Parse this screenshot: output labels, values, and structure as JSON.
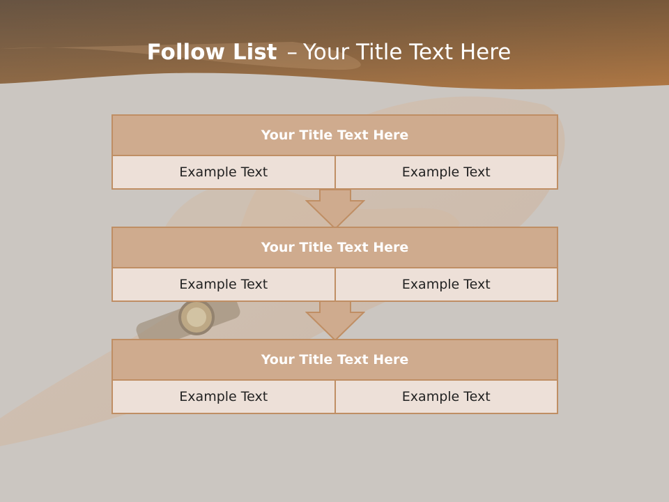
{
  "title": {
    "bold": "Follow List",
    "separator": "–",
    "rest": "Your Title Text Here"
  },
  "blocks": [
    {
      "title": "Your Title Text Here",
      "cells": [
        "Example Text",
        "Example Text"
      ]
    },
    {
      "title": "Your Title Text Here",
      "cells": [
        "Example Text",
        "Example Text"
      ]
    },
    {
      "title": "Your Title Text Here",
      "cells": [
        "Example Text",
        "Example Text"
      ]
    }
  ],
  "colors": {
    "header_band": "#a5713f",
    "block_title_fill": "#cfab8e",
    "block_row_fill": "#ede0d8",
    "border": "#bf8e64",
    "arrow_fill": "#cfab8e",
    "background": "#cbc6c1"
  }
}
